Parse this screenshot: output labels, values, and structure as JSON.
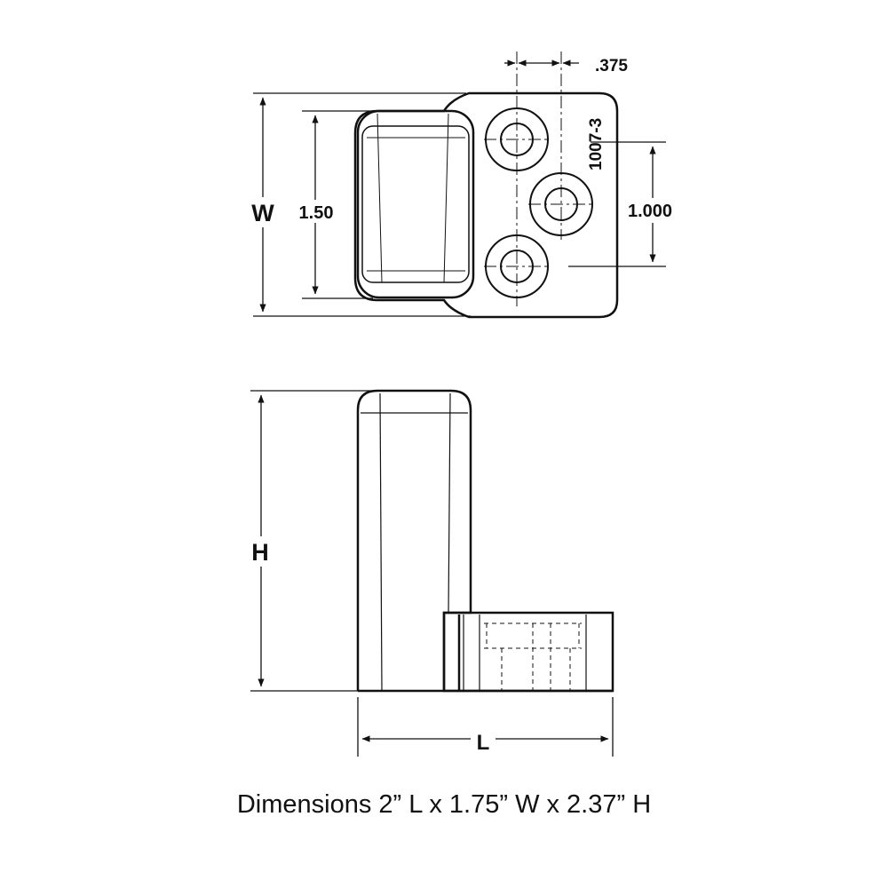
{
  "top_view": {
    "width_label": "W",
    "inner_width_label": "1.50",
    "hole_offset_label": ".375",
    "hole_spacing_label": "1.000",
    "part_number": "1007-3"
  },
  "side_view": {
    "height_label": "H",
    "length_label": "L"
  },
  "caption": "Dimensions 2” L x 1.75” W x 2.37” H"
}
